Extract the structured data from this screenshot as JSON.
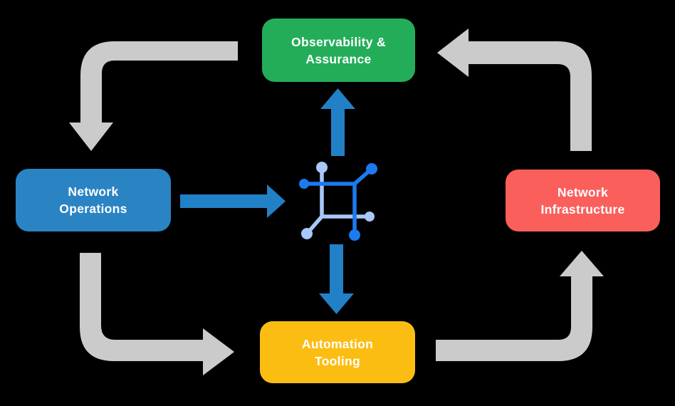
{
  "diagram": {
    "background_color": "#000000",
    "colors": {
      "cycle_arrow_gray": "#CBCBCB",
      "center_arrow_blue": "#2280C6",
      "icon_dark_blue": "#1B7AF0",
      "icon_light_blue": "#A8C8F8",
      "box_text": "#FFFFFF",
      "box_green": "#24AD59",
      "box_blue": "#2A84C4",
      "box_red": "#FA5F5C",
      "box_yellow": "#FCBD13"
    },
    "boxes": [
      {
        "id": "observability-assurance",
        "lines": [
          "Observability &",
          "Assurance"
        ],
        "color": "#24AD59"
      },
      {
        "id": "network-operations",
        "lines": [
          "Network",
          "Operations"
        ],
        "color": "#2A84C4"
      },
      {
        "id": "network-infrastructure",
        "lines": [
          "Network",
          "Infrastructure"
        ],
        "color": "#FA5F5C"
      },
      {
        "id": "automation-tooling",
        "lines": [
          "Automation",
          "Tooling"
        ],
        "color": "#FCBD13"
      }
    ],
    "center_icon": {
      "name": "network-automation-icon"
    },
    "flows": {
      "center": [
        {
          "from": "network-operations",
          "to": "center-icon",
          "direction": "right"
        },
        {
          "from": "center-icon",
          "to": "observability-assurance",
          "direction": "up"
        },
        {
          "from": "center-icon",
          "to": "automation-tooling",
          "direction": "down"
        }
      ],
      "cycle": [
        {
          "from": "observability-assurance",
          "to": "network-operations"
        },
        {
          "from": "network-operations",
          "to": "automation-tooling"
        },
        {
          "from": "automation-tooling",
          "to": "network-infrastructure"
        },
        {
          "from": "network-infrastructure",
          "to": "observability-assurance"
        }
      ]
    }
  }
}
